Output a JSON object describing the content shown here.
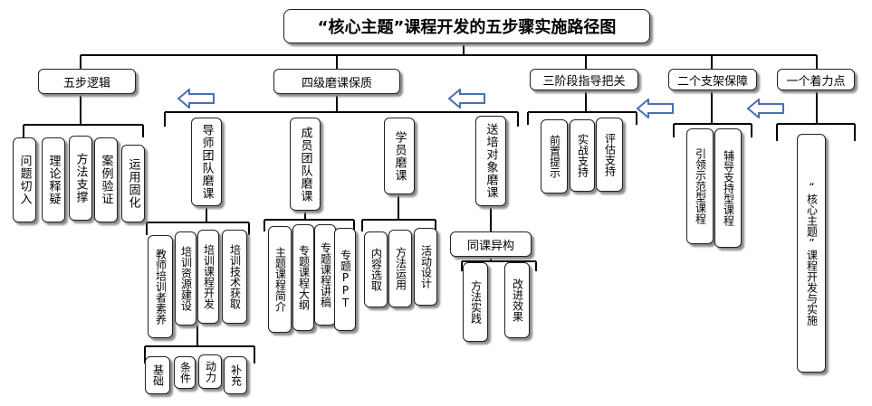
{
  "title": "“核心主题”课程开发的五步骤实施路径图",
  "level1": {
    "five_steps": "五步逻辑",
    "four_level": "四级磨课保质",
    "three_stage": "三阶段指导把关",
    "two_support": "二个支架保障",
    "one_focus": "一个着力点"
  },
  "five_steps_children": [
    "问题切入",
    "理论释疑",
    "方法支撑",
    "案例验证",
    "运用固化"
  ],
  "four_level_children": {
    "mentor": "导师团队磨课",
    "member": "成员团队磨课",
    "student": "学员磨课",
    "send": "送培对象磨课"
  },
  "mentor_children": [
    "教师培训者素养",
    "培训资源建设",
    "培训课程开发",
    "培训技术获取"
  ],
  "mentor_sub": [
    "基础",
    "条件",
    "动力",
    "补充"
  ],
  "member_children": [
    "主题课程简介",
    "专题课程大纲",
    "专题课程讲稿",
    "专题PPT"
  ],
  "student_children": [
    "内容选取",
    "方法运用",
    "活动设计"
  ],
  "send_child": "同课异构",
  "send_sub": [
    "方法实践",
    "改进效果"
  ],
  "three_stage_children": [
    "前置提示",
    "实战支持",
    "评估支持"
  ],
  "two_support_children": [
    "引领示范型课程",
    "辅导支持型课程"
  ],
  "one_focus_child": "“核心主题”课程开发与实施",
  "colors": {
    "arrow_stroke": "#4a6fb5",
    "arrow_fill": "#ffffff",
    "shadow": "#8a8a8a"
  }
}
